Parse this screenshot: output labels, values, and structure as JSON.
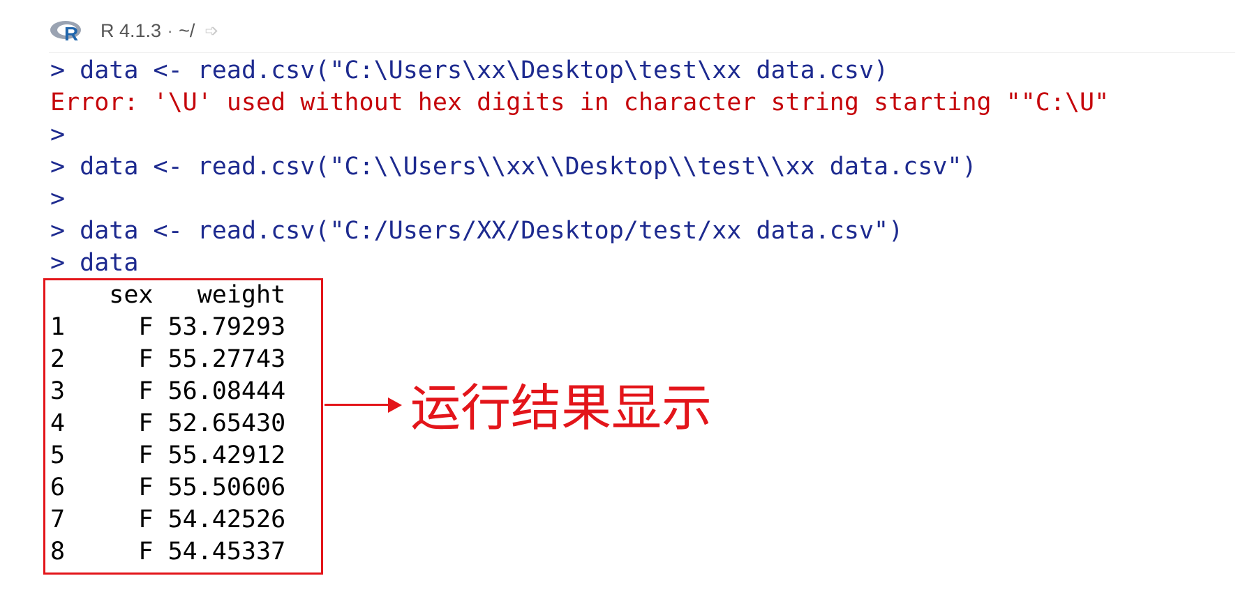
{
  "header": {
    "r_version": "R 4.1.3",
    "separator": "·",
    "working_dir": "~/",
    "navigate_icon": "arrow-right-icon"
  },
  "console": {
    "lines": [
      {
        "kind": "cmd",
        "prompt": ">",
        "text": " data <- read.csv(\"C:\\Users\\xx\\Desktop\\test\\xx data.csv)"
      },
      {
        "kind": "err",
        "prompt": "",
        "text": "Error: '\\U' used without hex digits in character string starting \"\"C:\\U\""
      },
      {
        "kind": "cmd",
        "prompt": ">",
        "text": ""
      },
      {
        "kind": "cmd",
        "prompt": ">",
        "text": " data <- read.csv(\"C:\\\\Users\\\\xx\\\\Desktop\\\\test\\\\xx data.csv\")"
      },
      {
        "kind": "cmd",
        "prompt": ">",
        "text": ""
      },
      {
        "kind": "cmd",
        "prompt": ">",
        "text": " data <- read.csv(\"C:/Users/XX/Desktop/test/xx data.csv\")"
      },
      {
        "kind": "cmd",
        "prompt": ">",
        "text": " data"
      },
      {
        "kind": "out",
        "prompt": "",
        "text": "    sex   weight"
      },
      {
        "kind": "out",
        "prompt": "",
        "text": "1     F 53.79293"
      },
      {
        "kind": "out",
        "prompt": "",
        "text": "2     F 55.27743"
      },
      {
        "kind": "out",
        "prompt": "",
        "text": "3     F 56.08444"
      },
      {
        "kind": "out",
        "prompt": "",
        "text": "4     F 52.65430"
      },
      {
        "kind": "out",
        "prompt": "",
        "text": "5     F 55.42912"
      },
      {
        "kind": "out",
        "prompt": "",
        "text": "6     F 55.50606"
      },
      {
        "kind": "out",
        "prompt": "",
        "text": "7     F 54.42526"
      },
      {
        "kind": "out",
        "prompt": "",
        "text": "8     F 54.45337"
      }
    ]
  },
  "annotation": {
    "label": "运行结果显示"
  },
  "colors": {
    "command": "#1d2a8f",
    "error": "#c5060b",
    "output": "#000000",
    "annotation": "#e3151a"
  }
}
